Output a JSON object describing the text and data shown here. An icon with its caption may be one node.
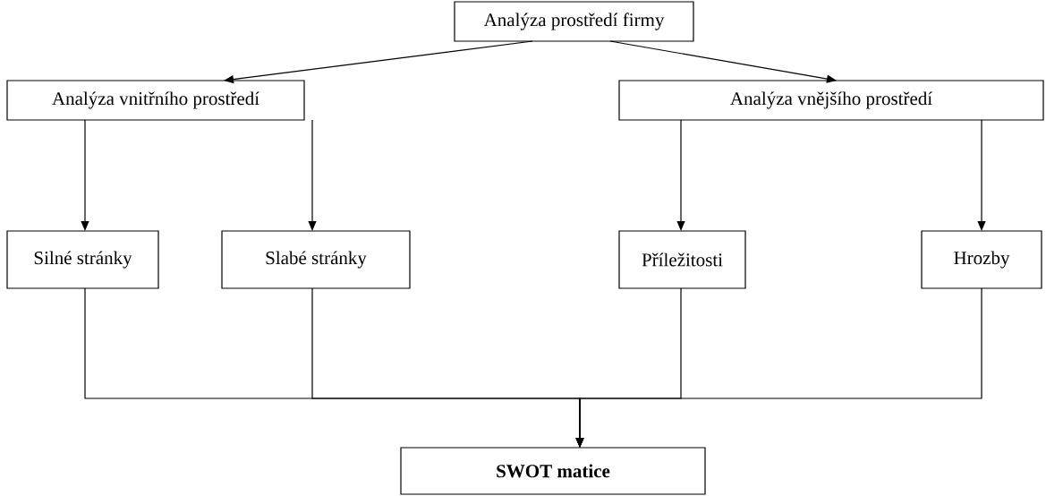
{
  "diagram": {
    "nodes": [
      {
        "text": [
          "Analýza prostředí firmy"
        ]
      },
      {
        "text": [
          "Analýza vnitřního prostředí"
        ]
      },
      {
        "text": [
          "Analýza vnějšího prostředí"
        ]
      },
      {
        "text": [
          "Silné stránky"
        ]
      },
      {
        "text": [
          "Slabé stránky"
        ]
      },
      {
        "text": [
          "Příležitosti"
        ]
      },
      {
        "text": [
          "Hrozby"
        ]
      },
      {
        "text": [
          "SWOT matice"
        ]
      }
    ],
    "edges": [
      {
        "from": 0,
        "to": 1,
        "arrow": "to"
      },
      {
        "from": 0,
        "to": 2,
        "arrow": "to"
      },
      {
        "from": 1,
        "to": 3,
        "arrow": "to"
      },
      {
        "from": 1,
        "to": 4,
        "arrow": "to"
      },
      {
        "from": 2,
        "to": 5,
        "arrow": "to"
      },
      {
        "from": 2,
        "to": 6,
        "arrow": "to"
      },
      {
        "from": 3,
        "to": 7,
        "arrow": "to"
      },
      {
        "from": 4,
        "to": 7,
        "arrow": "to"
      },
      {
        "from": 5,
        "to": 7,
        "arrow": "to"
      },
      {
        "from": 6,
        "to": 7,
        "arrow": "to"
      }
    ]
  }
}
